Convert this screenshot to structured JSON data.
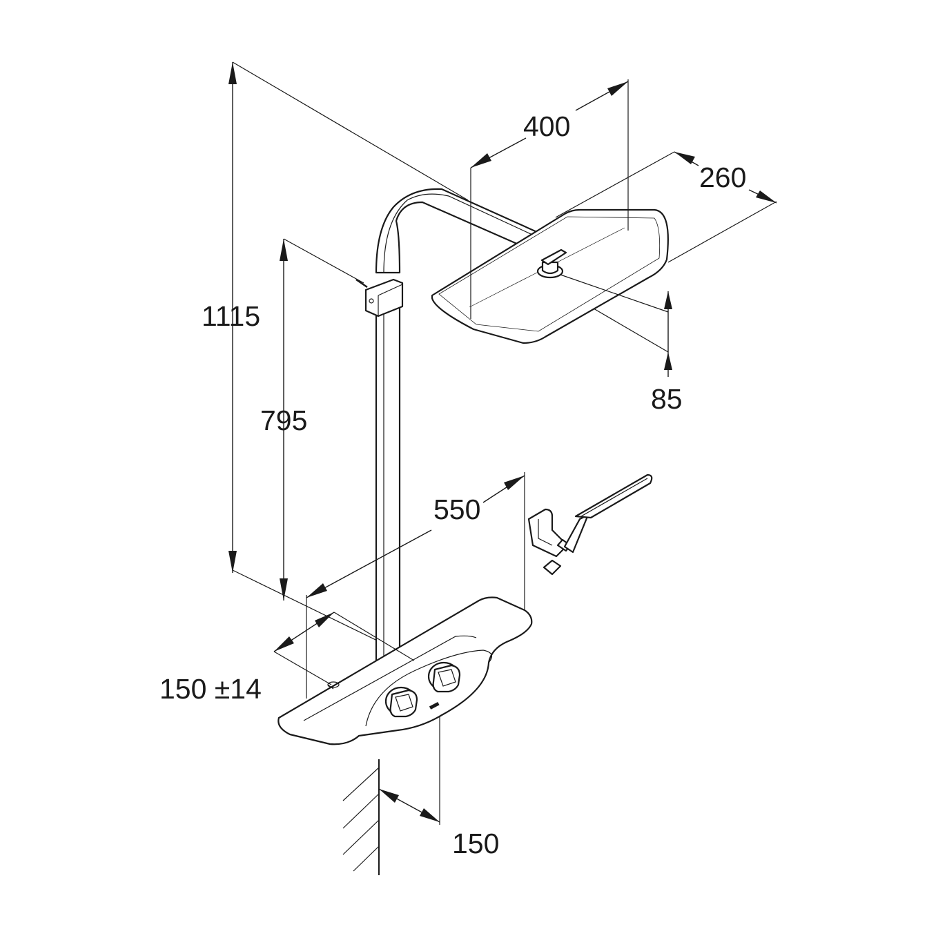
{
  "drawing": {
    "subject": "shower system dimension drawing",
    "dimensions": {
      "overall_height": "1115",
      "bar_height": "795",
      "head_arm_length": "400",
      "head_width": "260",
      "head_thickness": "85",
      "shelf_width": "550",
      "wall_distance_adjust": "150 ±14",
      "wall_to_mixer": "150"
    }
  }
}
